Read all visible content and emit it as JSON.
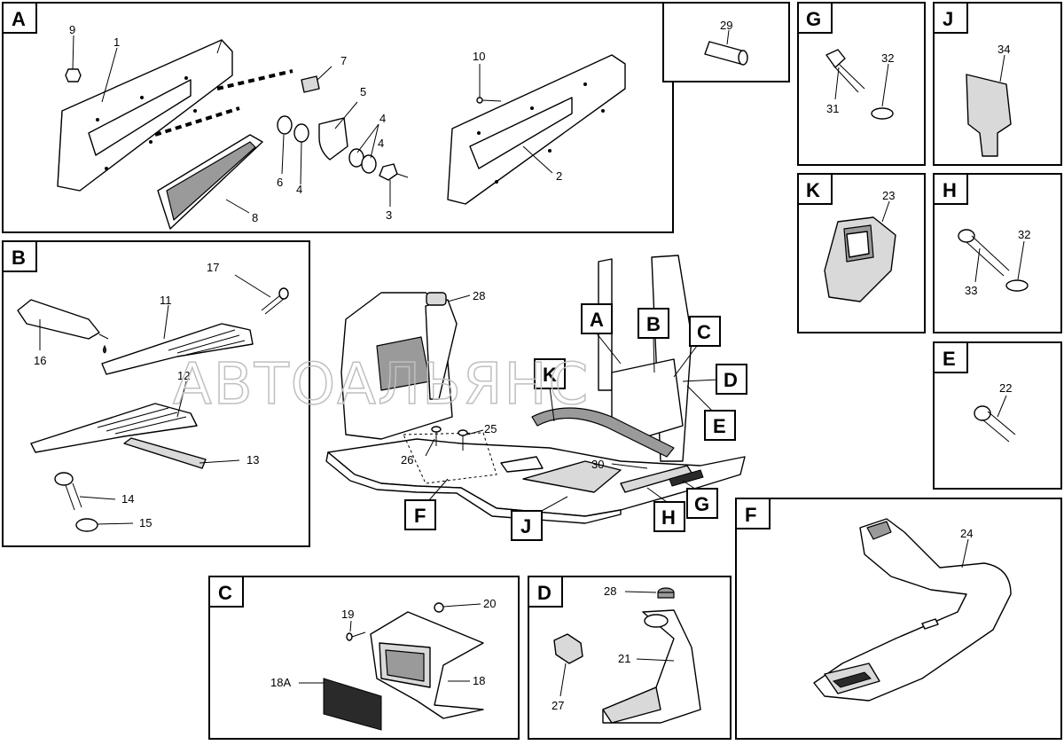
{
  "watermark": "АВТОАЛЬЯНС",
  "panels": {
    "A": {
      "tag": "A",
      "labels": [
        "9",
        "1",
        "7",
        "5",
        "4",
        "4",
        "6",
        "4",
        "3",
        "8",
        "10",
        "2"
      ]
    },
    "B": {
      "tag": "B",
      "labels": [
        "17",
        "11",
        "16",
        "12",
        "13",
        "14",
        "15"
      ]
    },
    "C": {
      "tag": "C",
      "labels": [
        "20",
        "19",
        "18A",
        "18"
      ]
    },
    "D": {
      "tag": "D",
      "labels": [
        "28",
        "21",
        "27"
      ]
    },
    "F": {
      "tag": "F",
      "labels": [
        "24"
      ]
    },
    "G": {
      "tag": "G",
      "labels": [
        "32",
        "31"
      ]
    },
    "H": {
      "tag": "H",
      "labels": [
        "32",
        "33"
      ]
    },
    "J": {
      "tag": "J",
      "labels": [
        "34"
      ]
    },
    "K": {
      "tag": "K",
      "labels": [
        "23"
      ]
    },
    "E": {
      "tag": "E",
      "labels": [
        "22"
      ]
    },
    "P29": {
      "labels": [
        "29"
      ]
    }
  },
  "overview": {
    "callouts": [
      "A",
      "B",
      "C",
      "D",
      "E",
      "K",
      "F",
      "J",
      "H",
      "G"
    ],
    "labels": [
      "28",
      "25",
      "26",
      "30"
    ]
  }
}
